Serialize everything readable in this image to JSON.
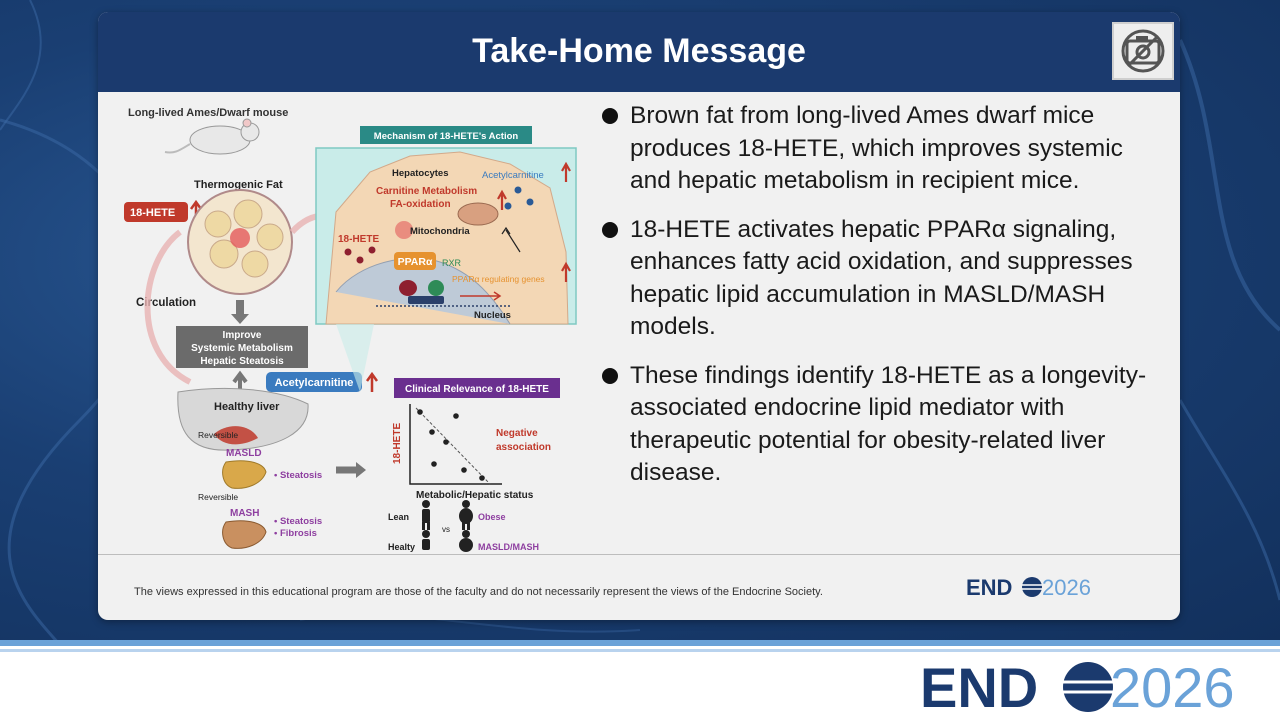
{
  "slide": {
    "title": "Take-Home Message",
    "camera_icon": "no-camera-icon"
  },
  "bullets": [
    "Brown fat from long-lived Ames dwarf mice produces 18-HETE, which improves systemic and hepatic metabolism in recipient mice.",
    "18-HETE activates hepatic PPARα signaling, enhances fatty acid oxidation, and suppresses hepatic lipid accumulation in MASLD/MASH models.",
    "These findings identify 18-HETE as a longevity-associated endocrine lipid mediator with therapeutic potential for obesity-related liver disease."
  ],
  "figure": {
    "mouse_label": "Long-lived Ames/Dwarf mouse",
    "thermogenic_fat": "Thermogenic Fat",
    "hete_badge": "18-HETE",
    "circulation": "Circulation",
    "improve_box": [
      "Improve",
      "Systemic Metabolism",
      "Hepatic Steatosis"
    ],
    "acetylcarnitine_badge": "Acetylcarnitine",
    "healthy_liver": "Healthy liver",
    "reversible_1": "Reversible",
    "masld": "MASLD",
    "steatosis": "• Steatosis",
    "reversible_2": "Reversible",
    "mash": "MASH",
    "mash_steatosis": "• Steatosis",
    "mash_fibrosis": "• Fibrosis",
    "mechanism_title": "Mechanism of 18-HETE's Action",
    "hepatocytes": "Hepatocytes",
    "acetylcarnitine_inner": "Acetylcarnitine",
    "carnitine_metabolism": "Carnitine Metabolism",
    "fa_oxidation": "FA-oxidation",
    "mitochondria": "Mitochondria",
    "hete_inner": "18-HETE",
    "ppara": "PPARα",
    "rxr": "RXR",
    "ppara_genes": "PPARα regulating genes",
    "nucleus": "Nucleus",
    "clinical_title": "Clinical Relevance of 18-HETE",
    "y_axis": "18-HETE",
    "negative_association": [
      "Negative",
      "association"
    ],
    "x_axis": "Metabolic/Hepatic status",
    "lean": "Lean",
    "vs": "vs",
    "obese": "Obese",
    "healty": "Healty",
    "masld_mash": "MASLD/MASH"
  },
  "footer": {
    "disclaimer": "The views expressed in this educational program are those of the faculty and do not necessarily represent the views of the Endocrine Society.",
    "logo_end": "END",
    "logo_year": "2026"
  },
  "brand": {
    "logo_end": "END",
    "logo_year": "2026"
  },
  "colors": {
    "header": "#1b3a6e",
    "accent_red": "#c0392b",
    "accent_blue": "#3a7bbf",
    "teal": "#9fd8d3",
    "purple": "#6a2f8f"
  }
}
